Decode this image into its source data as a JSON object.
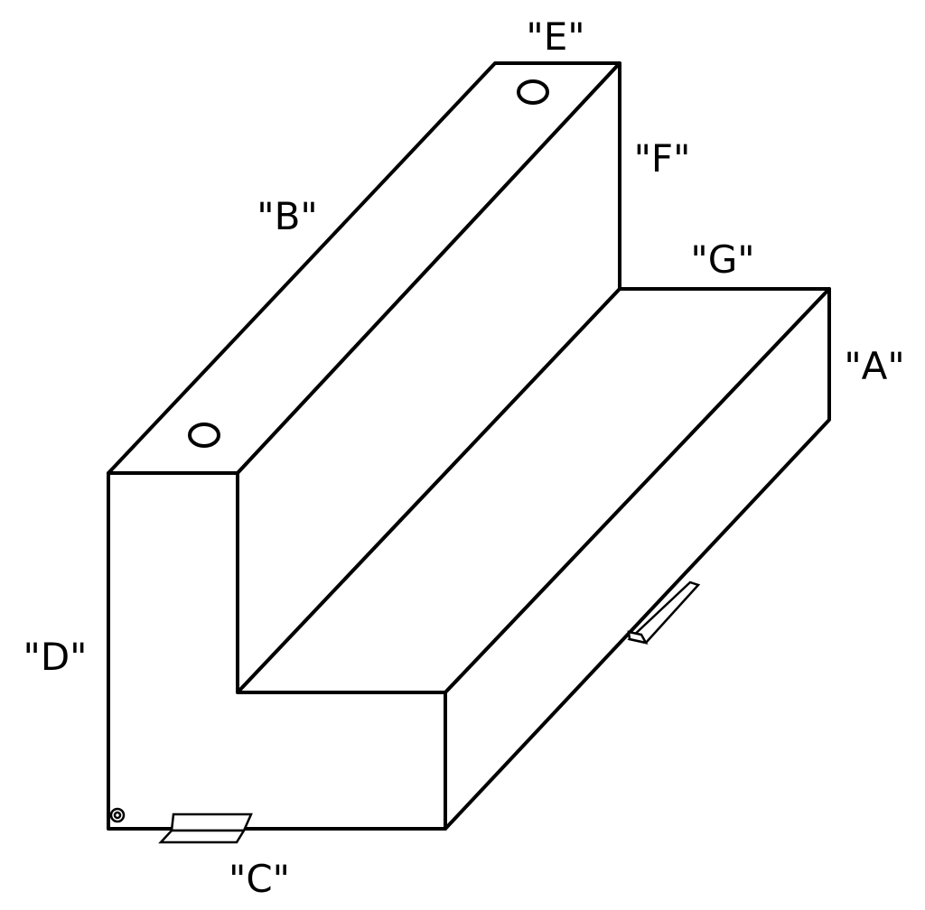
{
  "labels": {
    "A": "\"A\"",
    "B": "\"B\"",
    "C": "\"C\"",
    "D": "\"D\"",
    "E": "\"E\"",
    "F": "\"F\"",
    "G": "\"G\""
  },
  "colors": {
    "stroke": "#000000",
    "background": "#ffffff"
  }
}
